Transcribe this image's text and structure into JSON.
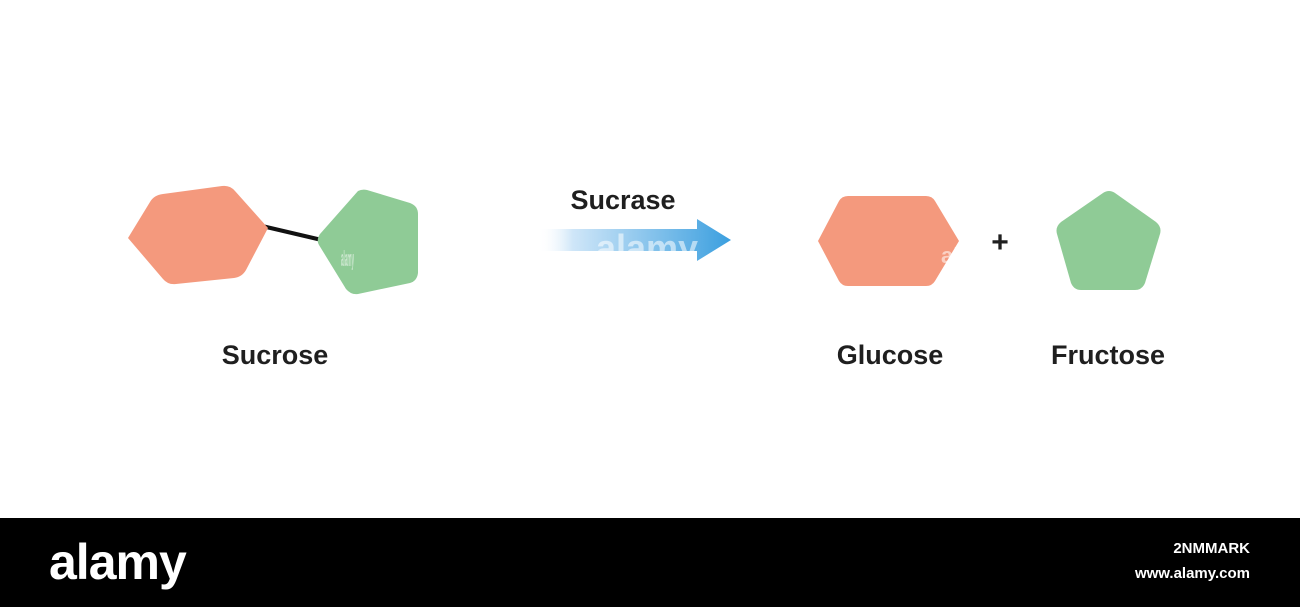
{
  "diagram": {
    "reactant_label": "Sucrose",
    "enzyme_label": "Sucrase",
    "product_1_label": "Glucose",
    "plus_sign": "+",
    "product_2_label": "Fructose"
  },
  "colors": {
    "glucose_fill": "#f4997d",
    "fructose_fill": "#8fcb96",
    "arrow_start": "#ffffff",
    "arrow_end": "#3b9fdf",
    "bond": "#111111",
    "label_text": "#1f1f1f"
  },
  "watermark": {
    "overlay_text": "alamy"
  },
  "footer": {
    "brand": "alamy",
    "image_id": "2NMMARK",
    "url": "www.alamy.com"
  }
}
